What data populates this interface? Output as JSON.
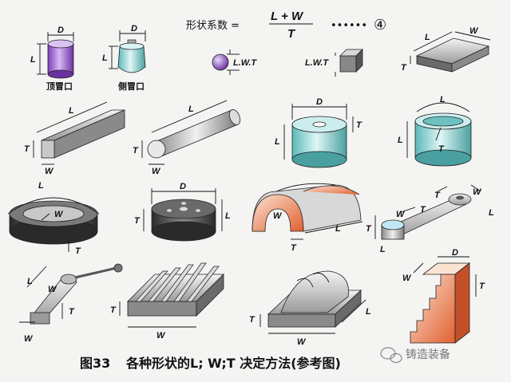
{
  "header": {
    "formula_prefix": "形状系数 =",
    "numerator": "L + W",
    "denominator": "T",
    "dots": "••••••",
    "equation_number": "④"
  },
  "labels": {
    "L": "L",
    "W": "W",
    "T": "T",
    "D": "D",
    "LWT": "L.W.T",
    "top_riser": "顶冒口",
    "side_riser": "侧冒口"
  },
  "caption": {
    "figure": "图33",
    "text": "各种形状的L; W;T 决定方法(参考图)"
  },
  "watermark": {
    "icon": "wechat-icon",
    "text": "铸造装备"
  },
  "colors": {
    "cylinder_purple": "#b07ae0",
    "cylinder_cyan": "#9fe0e0",
    "metal_gray": "#b8b8b8",
    "dark_gray": "#3a3a3a",
    "orange": "#e46a3c"
  }
}
